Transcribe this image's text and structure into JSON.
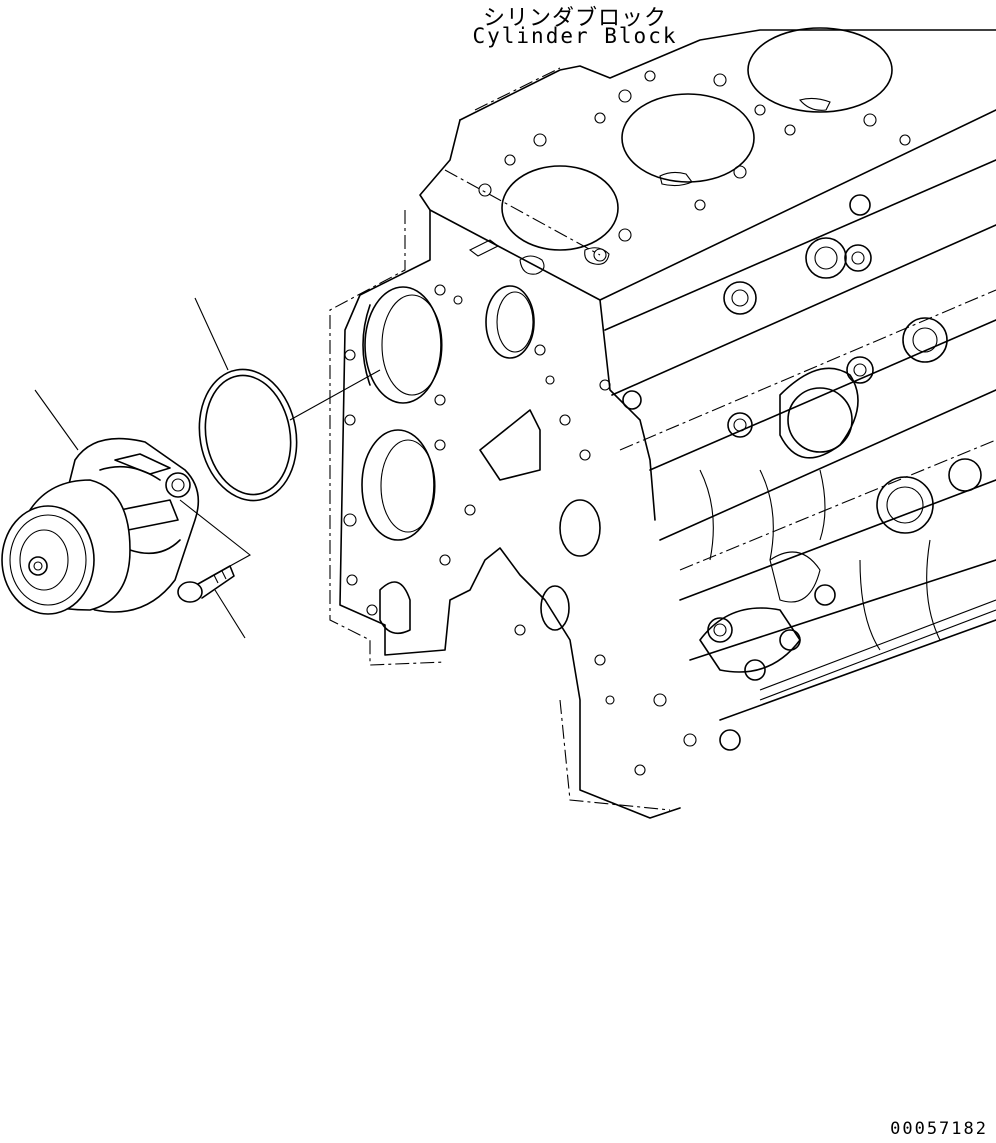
{
  "labels": {
    "cylinder_block_jp": "シリンダブロック",
    "cylinder_block_en": "Cylinder Block",
    "drawing_number": "00057182"
  },
  "colors": {
    "line": "#000000",
    "background": "#ffffff"
  }
}
